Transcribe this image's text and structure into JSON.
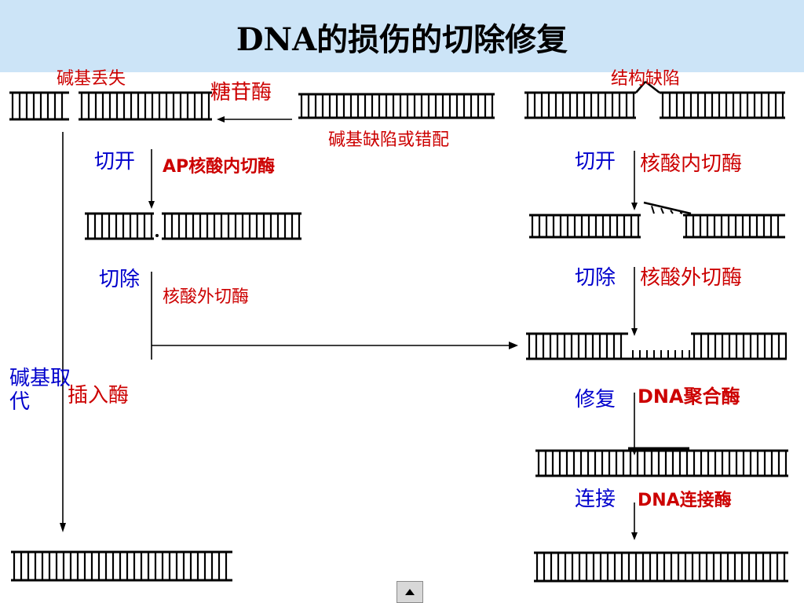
{
  "title": "DNA的损伤的切除修复",
  "left_pathway": {
    "base_loss": "碱基丢失",
    "glycosylase": "糖苷酶",
    "base_defect_or_mismatch": "碱基缺陷或错配",
    "step_incise": "切开",
    "ap_endonuclease": "AP核酸内切酶",
    "step_excise": "切除",
    "exonuclease": "核酸外切酶",
    "base_substitution": "碱基取代",
    "insertase": "插入酶"
  },
  "right_pathway": {
    "structural_defect": "结构缺陷",
    "step_incise": "切开",
    "endonuclease": "核酸内切酶",
    "step_excise": "切除",
    "exonuclease": "核酸外切酶",
    "step_repair": "修复",
    "dna_polymerase": "DNA聚合酶",
    "step_ligate": "连接",
    "dna_ligase": "DNA连接酶"
  },
  "colors": {
    "title_band": "#cce4f7",
    "enzyme_text": "#cc0000",
    "step_text": "#0000cc",
    "strand": "#000000"
  },
  "icons": {
    "scroll_button": "up-triangle-icon"
  }
}
